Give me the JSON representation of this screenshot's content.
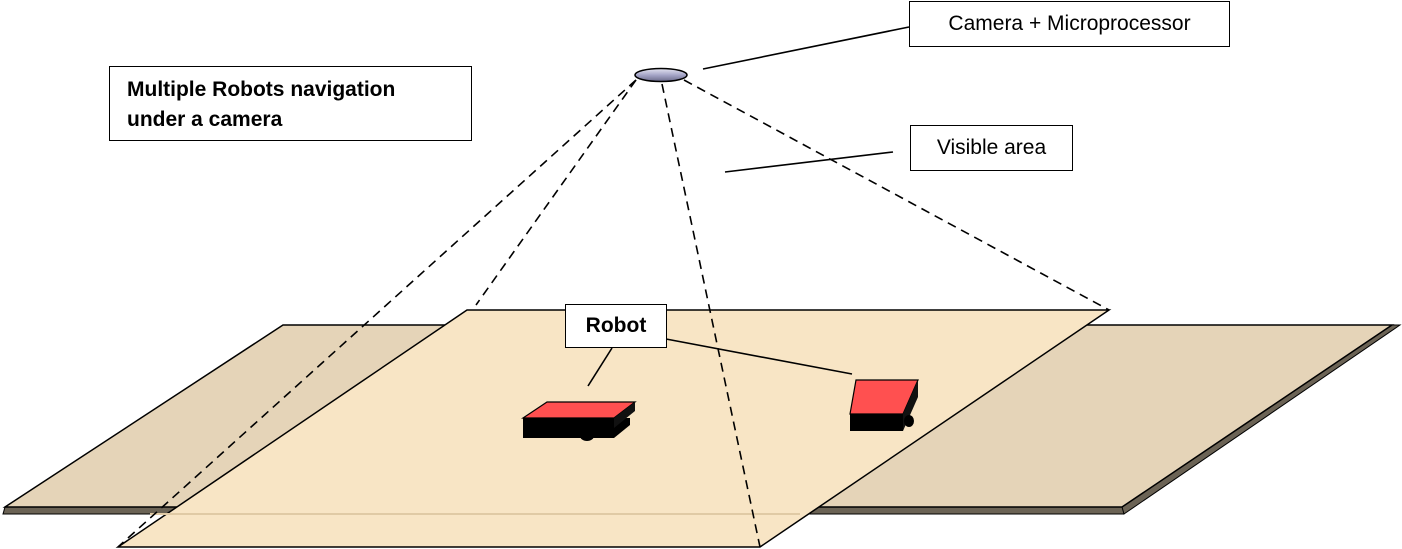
{
  "labels": {
    "title_line1": "Multiple Robots navigation",
    "title_line2": "under a camera",
    "camera": "Camera + Microprocessor",
    "visible_area": "Visible area",
    "robot": "Robot"
  },
  "colors": {
    "outer_floor": "#e5d4b8",
    "outer_floor_edge": "#6b6355",
    "visible_floor": "#f8e5c5",
    "robot_top": "#ff5050",
    "robot_body": "#000000",
    "camera_fill": "#a6a6c8"
  }
}
